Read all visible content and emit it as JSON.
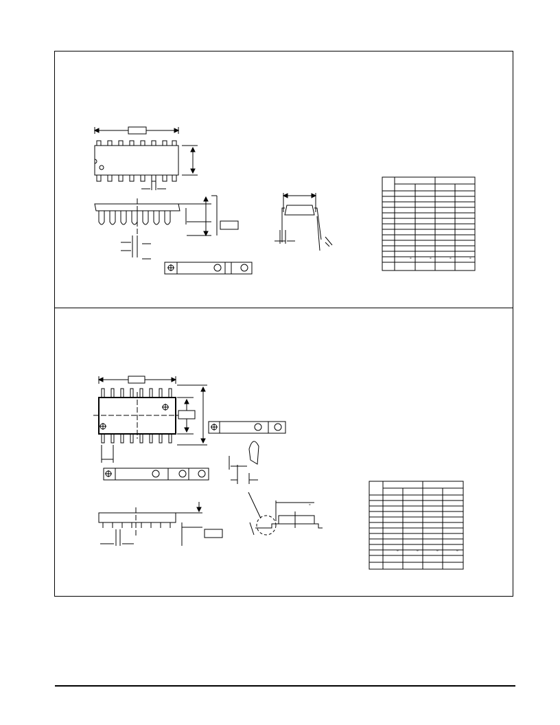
{
  "page": {
    "title": "",
    "top_panel_caption": "",
    "bottom_panel_caption": "",
    "degree_mark": "°"
  },
  "top_table": {
    "columns": 4,
    "rows": 14
  },
  "bottom_table": {
    "columns": 4,
    "rows": 14
  },
  "icons": [
    "position-tolerance-icon",
    "datum-circle-icon"
  ]
}
